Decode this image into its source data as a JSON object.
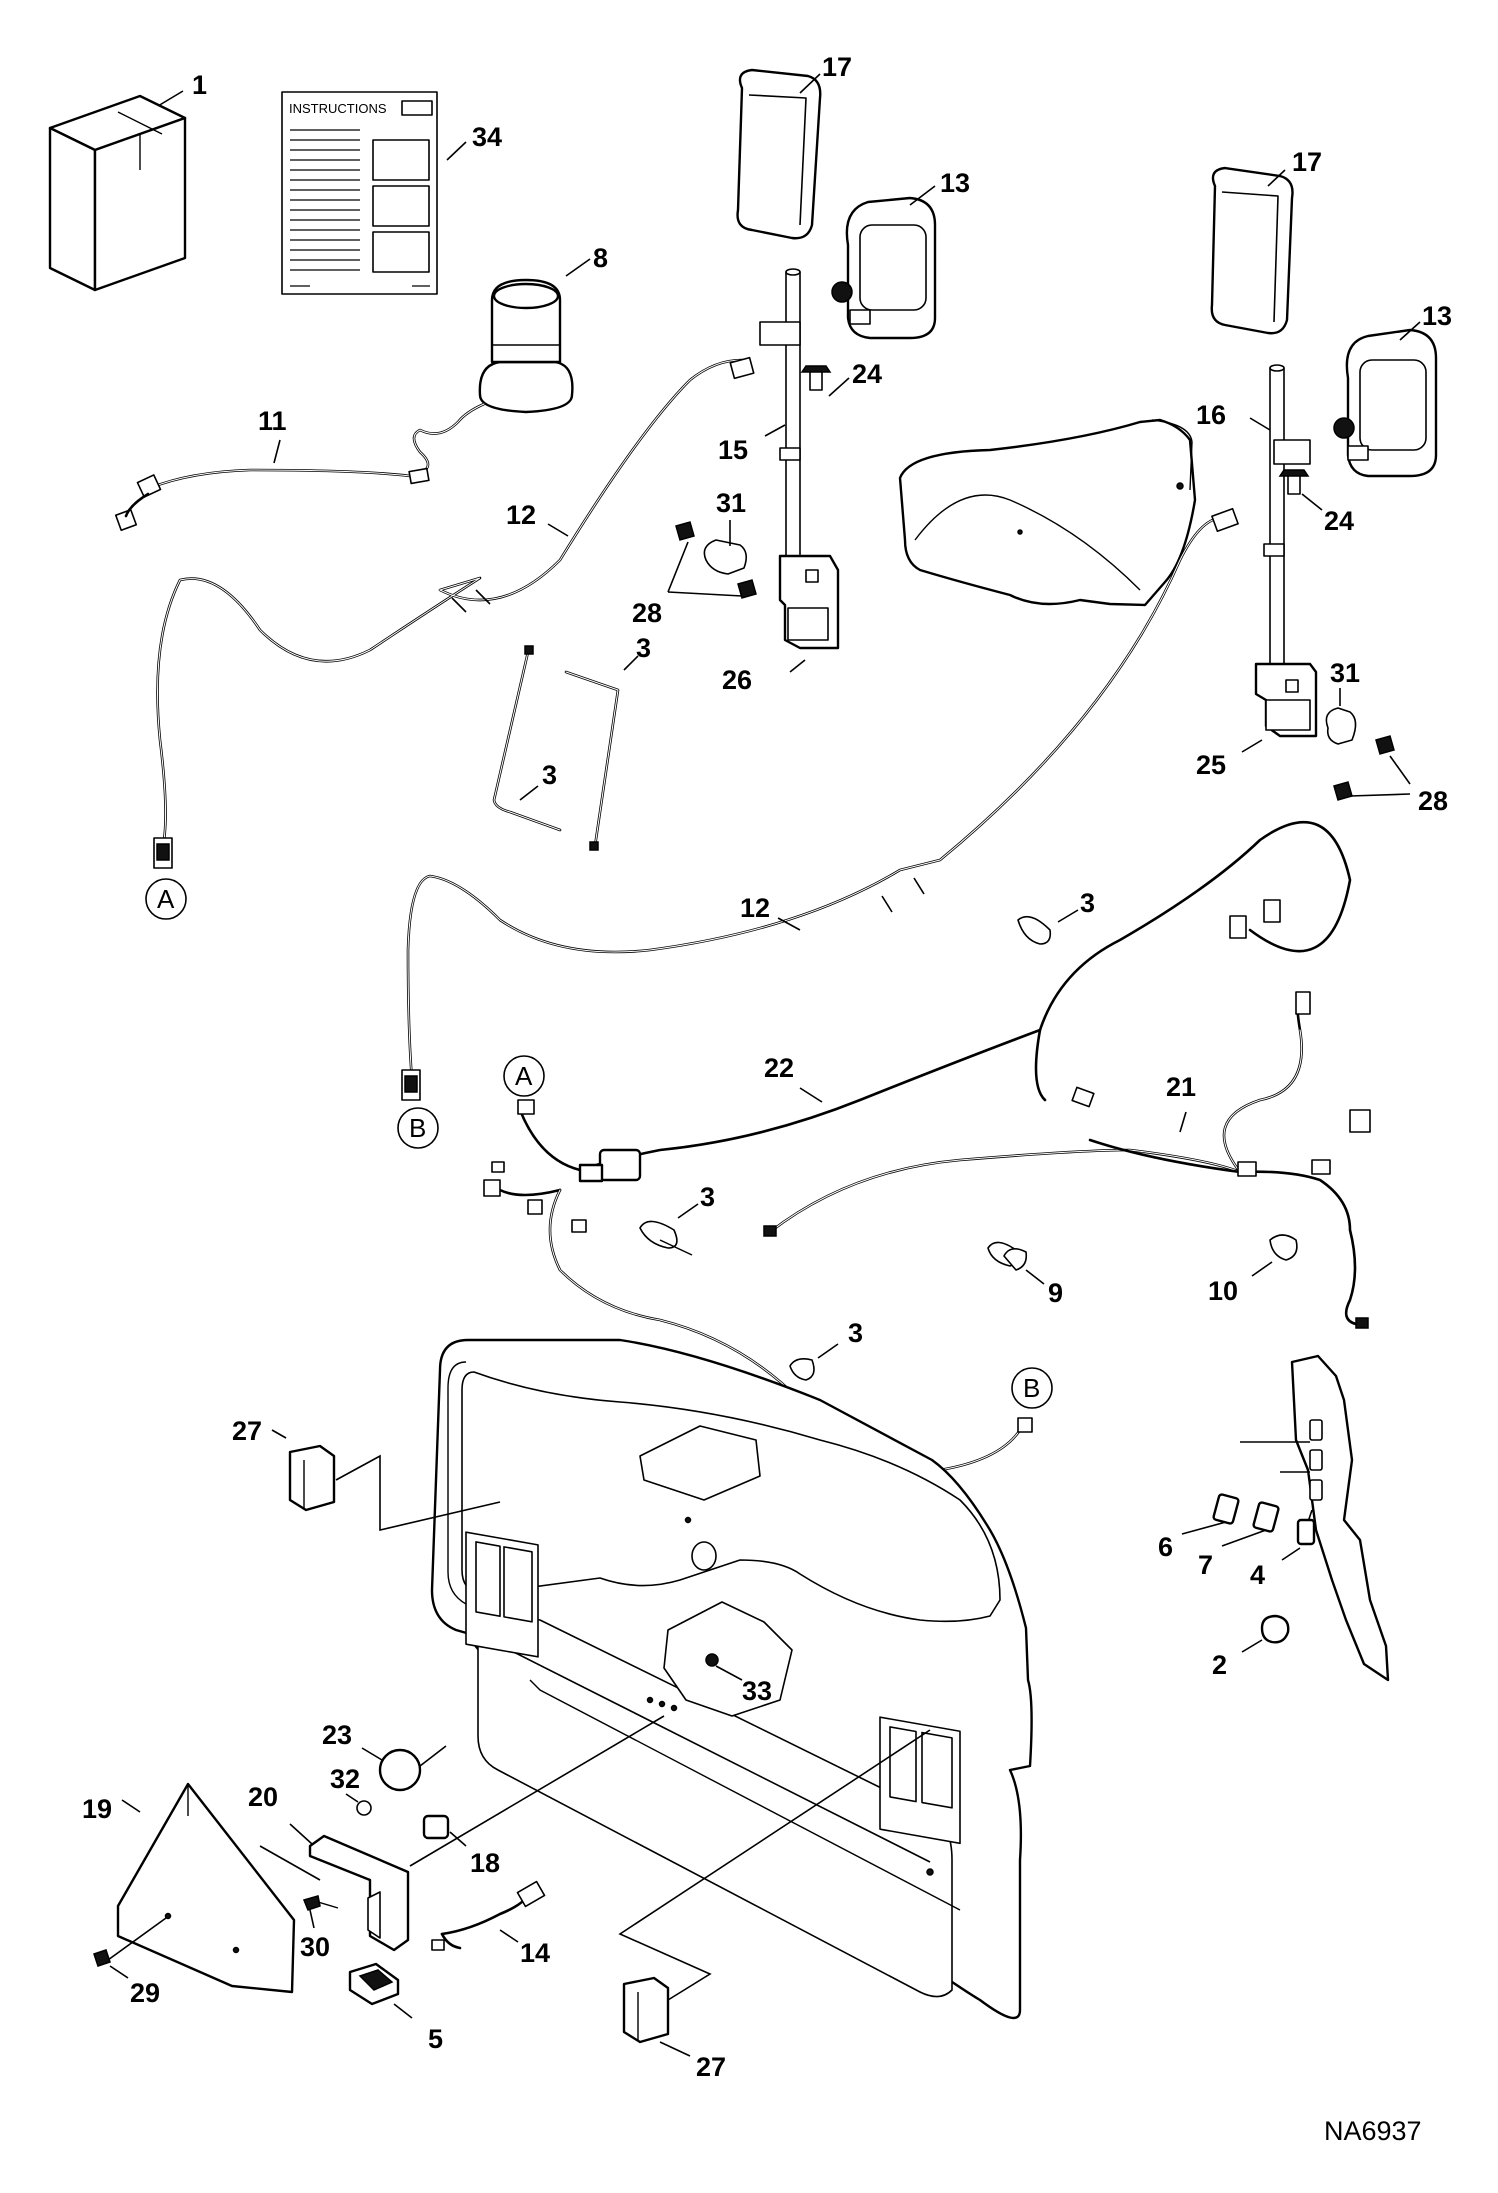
{
  "drawing": {
    "code": "NA6937",
    "instructions_sheet_title": "INSTRUCTIONS",
    "connector_letters": [
      "A",
      "B"
    ]
  },
  "callouts": {
    "c1": "1",
    "c2": "2",
    "c3": "3",
    "c4": "4",
    "c5": "5",
    "c6": "6",
    "c7": "7",
    "c8": "8",
    "c9": "9",
    "c10": "10",
    "c11": "11",
    "c12": "12",
    "c13": "13",
    "c14": "14",
    "c15": "15",
    "c16": "16",
    "c17": "17",
    "c18": "18",
    "c19": "19",
    "c20": "20",
    "c21": "21",
    "c22": "22",
    "c23": "23",
    "c24": "24",
    "c25": "25",
    "c26": "26",
    "c27": "27",
    "c28": "28",
    "c29": "29",
    "c30": "30",
    "c31": "31",
    "c32": "32",
    "c33": "33",
    "c34": "34"
  },
  "colors": {
    "line": "#000000",
    "background": "#ffffff",
    "shade": "#d9d9d9"
  }
}
